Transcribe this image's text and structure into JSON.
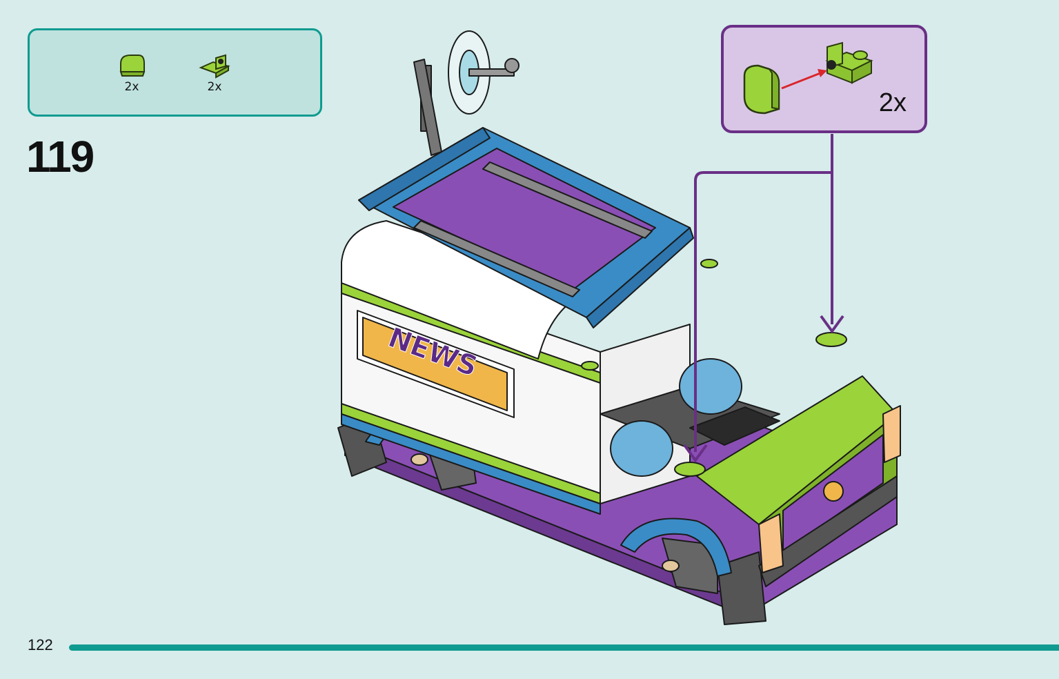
{
  "parts_list": [
    {
      "name": "lime-curved-slope",
      "quantity": "2x"
    },
    {
      "name": "lime-bracket-plate",
      "quantity": "2x"
    }
  ],
  "step": {
    "number": "119"
  },
  "callout": {
    "quantity": "2x"
  },
  "news_sign": {
    "text": "NEWS"
  },
  "page": {
    "number": "122"
  },
  "colors": {
    "background": "#d7eceb",
    "accent_teal": "#0f9b90",
    "callout_purple": "#6a2f86",
    "lime": "#9bd33a",
    "purple_brick": "#8a4fb5",
    "blue_brick": "#3a8cc6"
  }
}
